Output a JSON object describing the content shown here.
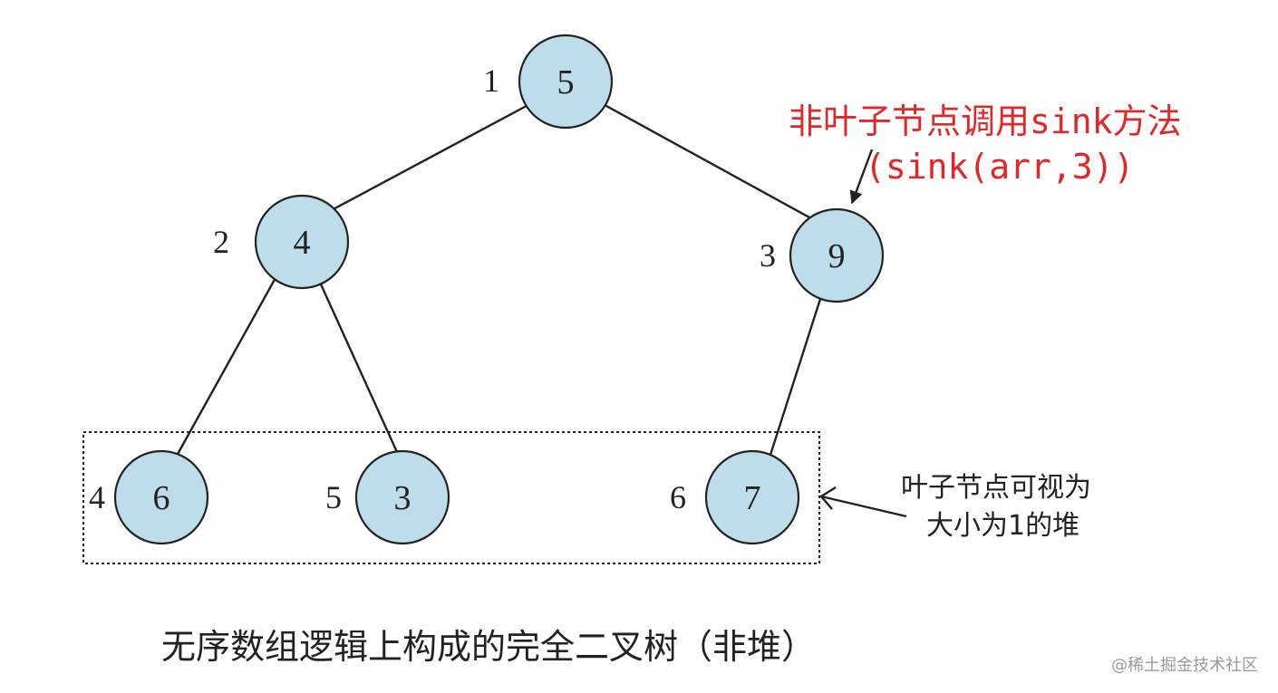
{
  "nodes": [
    {
      "id": "n1",
      "index": "1",
      "value": "5"
    },
    {
      "id": "n2",
      "index": "2",
      "value": "4"
    },
    {
      "id": "n3",
      "index": "3",
      "value": "9"
    },
    {
      "id": "n4",
      "index": "4",
      "value": "6"
    },
    {
      "id": "n5",
      "index": "5",
      "value": "3"
    },
    {
      "id": "n6",
      "index": "6",
      "value": "7"
    }
  ],
  "annotations": {
    "sink_line1": "非叶子节点调用sink方法",
    "sink_line2": "(sink(arr,3))",
    "leaf_line1": "叶子节点可视为",
    "leaf_line2": "大小为1的堆"
  },
  "caption": "无序数组逻辑上构成的完全二叉树（非堆）",
  "watermark": "@稀土掘金技术社区",
  "colors": {
    "node_fill": "#bcdde9",
    "annotation_red": "#e0282a",
    "line": "#222222"
  }
}
